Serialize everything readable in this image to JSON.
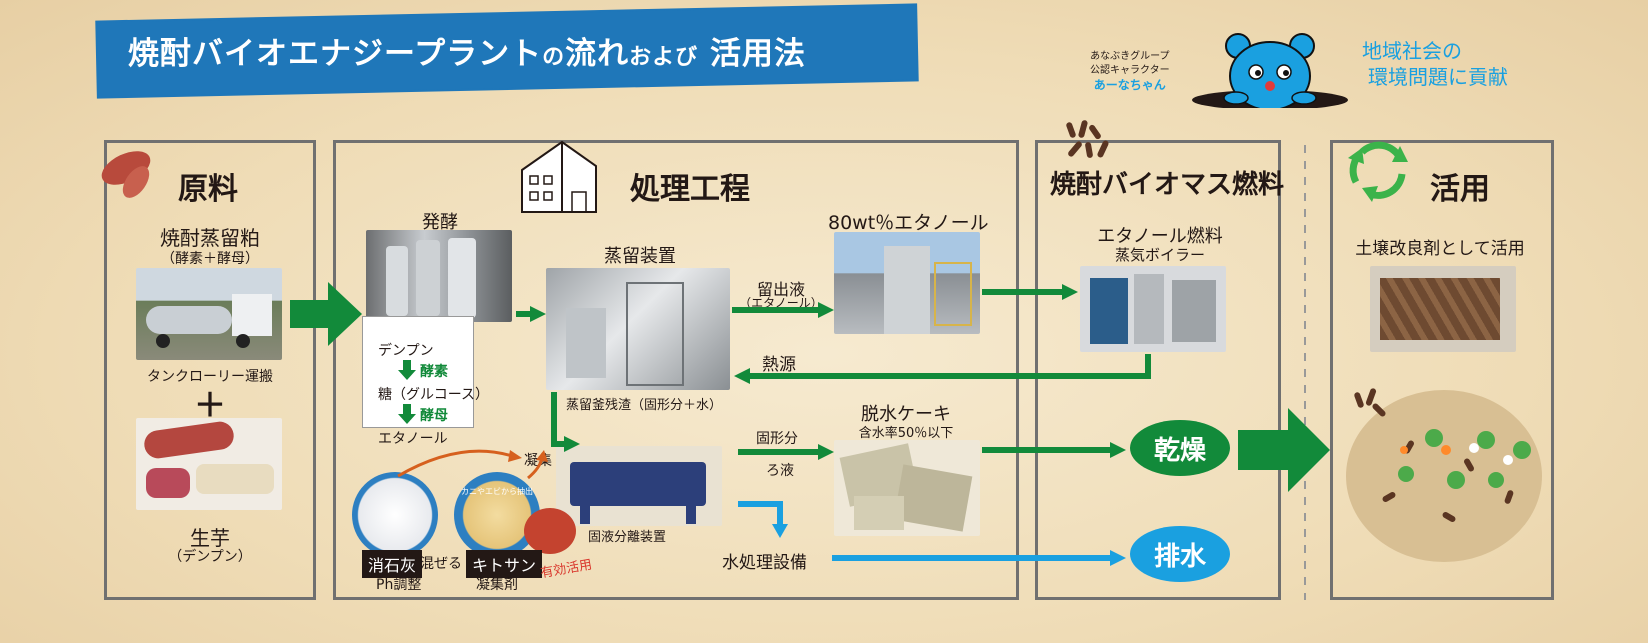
{
  "title": {
    "part1": "焼酎バイオエナジープラント",
    "part2": "の",
    "part3": "流れ",
    "part4": "および",
    "part5": "活用法"
  },
  "mascot": {
    "line1": "あなぶきグループ",
    "line2": "公認キャラクター",
    "name": "あーなちゃん",
    "slogan1": "地域社会の",
    "slogan2": "環境問題に貢献"
  },
  "raw": {
    "title": "原料",
    "item1": "焼酎蒸留粕",
    "item1_sub": "（酵素＋酵母）",
    "truck": "タンクローリー運搬",
    "plus": "＋",
    "item2": "生芋",
    "item2_sub": "（デンプン）"
  },
  "process": {
    "title": "処理工程",
    "fermentation": "発酵",
    "starch": "デンプン",
    "enzyme": "酵素",
    "sugar": "糖（グルコース）",
    "yeast": "酵母",
    "ethanol": "エタノール",
    "distiller": "蒸留装置",
    "distillate": "留出液",
    "distillate_sub": "（エタノール）",
    "ethanol80": "80wt％エタノール",
    "heat": "熱源",
    "residue": "蒸留釜残渣（固形分＋水）",
    "coag": "凝集",
    "solids": "固形分",
    "filtrate": "ろ液",
    "cake": "脱水ケーキ",
    "cake_sub": "含水率50％以下",
    "lime": "消石灰",
    "ph": "Ph調整",
    "mix": "混ぜる",
    "chitosan": "キトサン",
    "coagulant": "凝集剤",
    "crab": "カニやエビから抽出",
    "effective": "有効活用",
    "separator": "固液分離装置",
    "water": "水処理設備"
  },
  "fuel": {
    "title": "焼酎バイオマス燃料",
    "ethanol_fuel": "エタノール燃料",
    "boiler": "蒸気ボイラー",
    "dry": "乾燥",
    "drain": "排水"
  },
  "use": {
    "title": "活用",
    "soil": "土壌改良剤として活用"
  },
  "colors": {
    "green": "#128a3a",
    "blue": "#1f77b9",
    "lightblue": "#1aa0e0",
    "panel": "#707070"
  }
}
